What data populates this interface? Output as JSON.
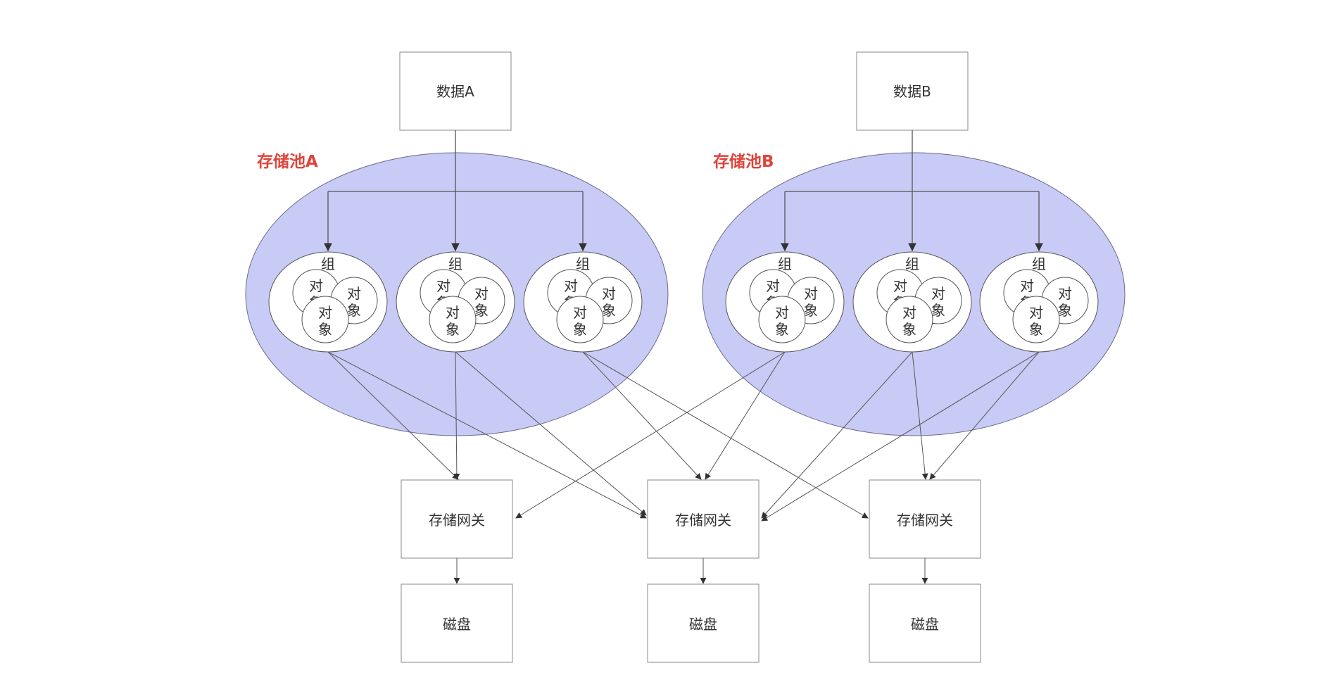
{
  "sources": [
    {
      "id": "data-a",
      "label": "数据A"
    },
    {
      "id": "data-b",
      "label": "数据B"
    }
  ],
  "pools": [
    {
      "id": "pool-a",
      "label": "存储池A"
    },
    {
      "id": "pool-b",
      "label": "存储池B"
    }
  ],
  "group_label": "组",
  "object_label_top": "对",
  "object_label_bottom": "象",
  "gateways": [
    {
      "label": "存储网关"
    },
    {
      "label": "存储网关"
    },
    {
      "label": "存储网关"
    }
  ],
  "disks": [
    {
      "label": "磁盘"
    },
    {
      "label": "磁盘"
    },
    {
      "label": "磁盘"
    }
  ],
  "colors": {
    "pool_fill": "#c8cbf5",
    "pool_label": "#e0443c",
    "line": "#555555",
    "box_stroke": "#888888"
  }
}
